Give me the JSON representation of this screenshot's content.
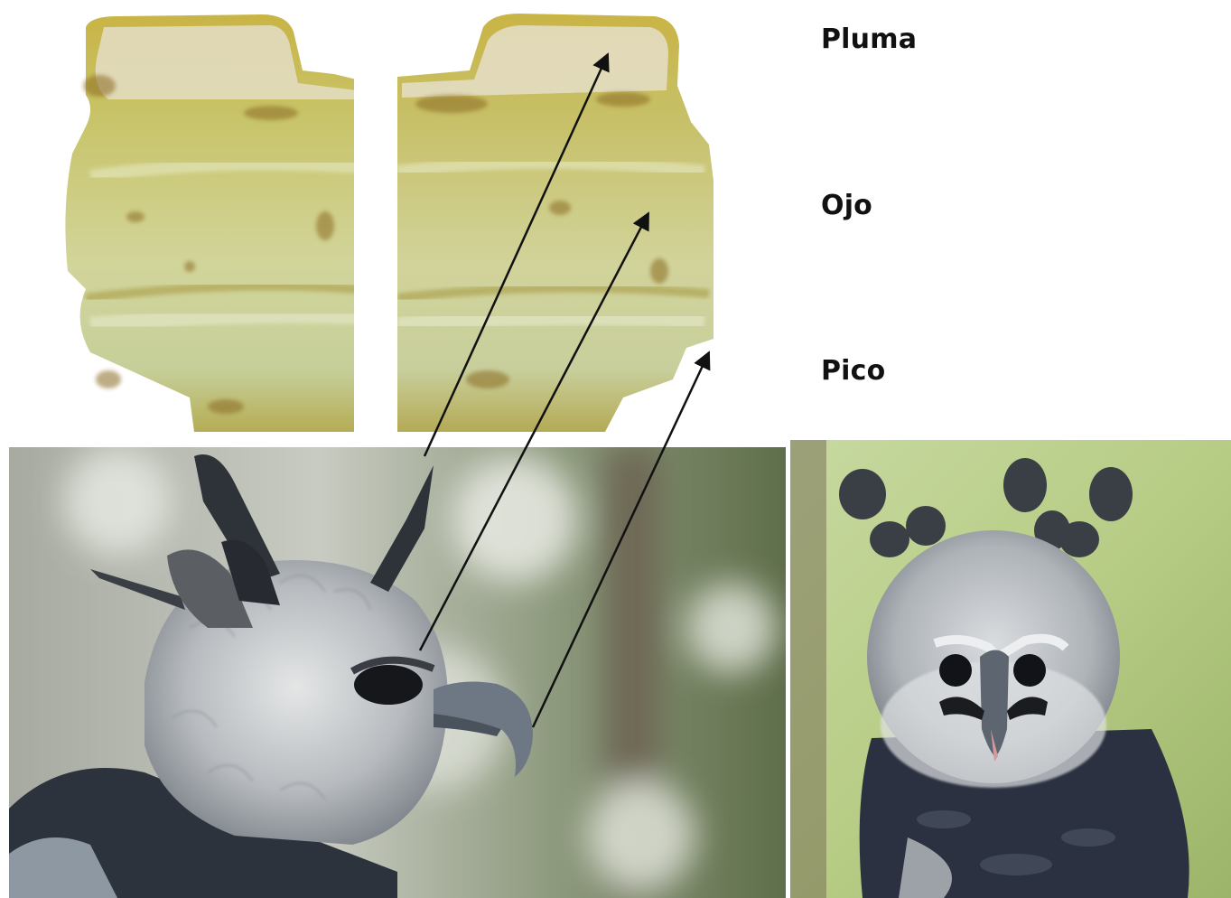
{
  "labels": {
    "feather": "Pluma",
    "eye": "Ojo",
    "beak": "Pico"
  },
  "colors": {
    "jade_light": "#d9dca4",
    "jade_mid": "#c2c068",
    "jade_dark": "#9f9534",
    "stain": "#8a6a22",
    "bokeh_bg": "#8f9a84",
    "feather_gray": "#9aa0a4",
    "feather_dark": "#2b3038",
    "beak_gray": "#6e7884",
    "green_bg": "#b9cf8a",
    "arrow": "#111111"
  },
  "icons": {
    "arrow_head": "arrowhead-icon"
  }
}
